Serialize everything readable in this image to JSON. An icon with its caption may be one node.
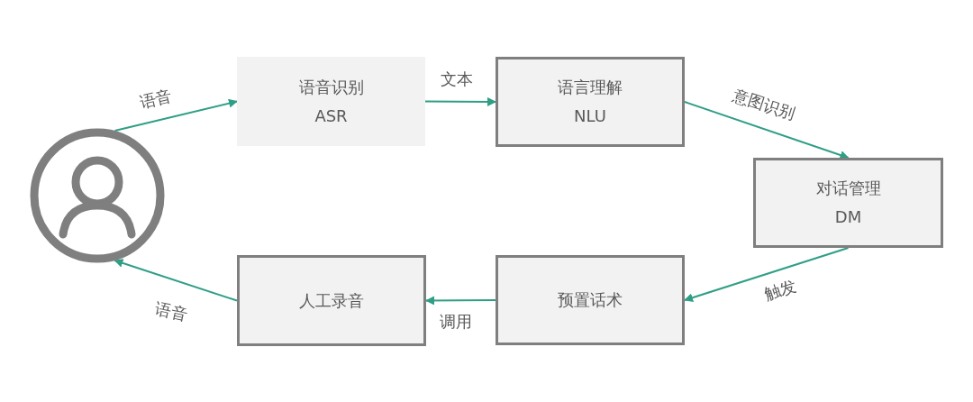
{
  "diagram": {
    "nodes": [
      {
        "text": [],
        "shape": "person"
      },
      {
        "text": [
          "语音识别",
          "ASR"
        ]
      },
      {
        "text": [
          "语言理解",
          "NLU"
        ]
      },
      {
        "text": [
          "对话管理",
          "DM"
        ]
      },
      {
        "text": [
          "预置话术"
        ]
      },
      {
        "text": [
          "人工录音"
        ]
      }
    ],
    "edges": [
      {
        "from": 0,
        "to": 1,
        "arrow": "to",
        "label": "语音"
      },
      {
        "from": 1,
        "to": 2,
        "arrow": "to",
        "label": "文本"
      },
      {
        "from": 2,
        "to": 3,
        "arrow": "to",
        "label": "意图识别"
      },
      {
        "from": 3,
        "to": 4,
        "arrow": "to",
        "label": "触发"
      },
      {
        "from": 4,
        "to": 5,
        "arrow": "to",
        "label": "调用"
      },
      {
        "from": 5,
        "to": 0,
        "arrow": "to",
        "label": "语音"
      }
    ]
  }
}
